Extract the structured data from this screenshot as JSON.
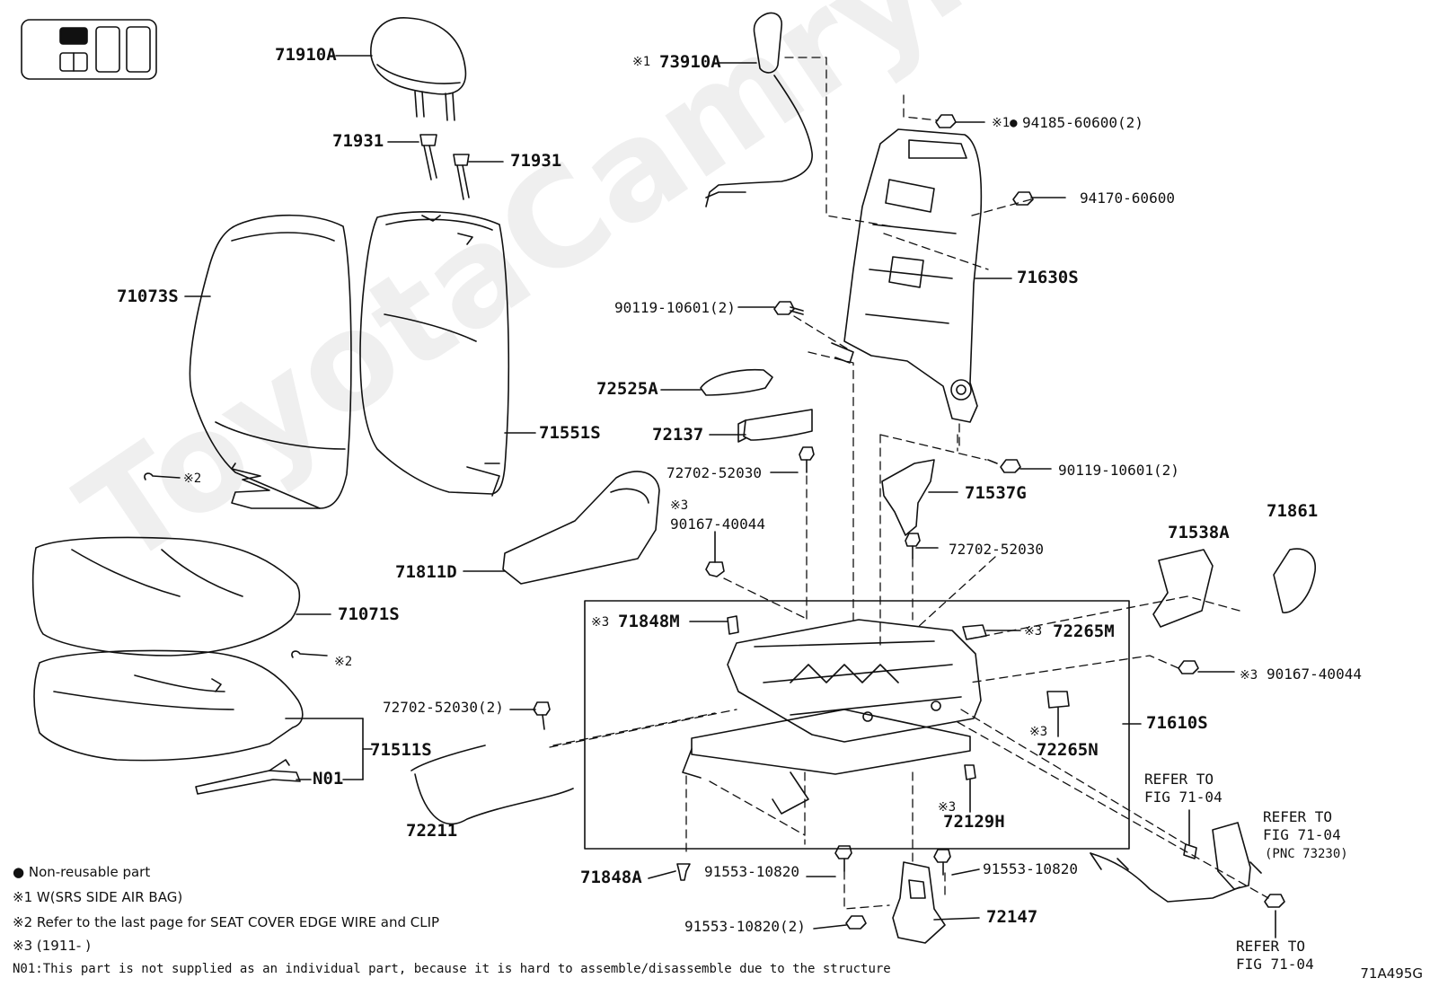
{
  "watermark": "ToyotaCamry.ru",
  "diagram_code": "71A495G",
  "labels": {
    "p71910A": "71910A",
    "p71931a": "71931",
    "p71931b": "71931",
    "p73910A": "73910A",
    "p94185": "94185-60600(2)",
    "p94170": "94170-60600",
    "p71073S": "71073S",
    "p71630S": "71630S",
    "p90119a": "90119-10601(2)",
    "p72525A": "72525A",
    "p71551S": "71551S",
    "p72137": "72137",
    "p72702a": "72702-52030",
    "p90119b": "90119-10601(2)",
    "p71537G": "71537G",
    "p90167a": "90167-40044",
    "p71861": "71861",
    "p71538A": "71538A",
    "p72702b": "72702-52030",
    "p71811D": "71811D",
    "p71071S": "71071S",
    "p71848M": "71848M",
    "p72265M": "72265M",
    "p90167b": "90167-40044",
    "p72702c": "72702-52030(2)",
    "p71610S": "71610S",
    "p72265N": "72265N",
    "p71511S": "71511S",
    "pN01": "N01",
    "p72211": "72211",
    "p72129H": "72129H",
    "p71848A": "71848A",
    "p91553a": "91553-10820",
    "p91553b": "91553-10820",
    "p91553c": "91553-10820(2)",
    "p72147": "72147"
  },
  "refs": {
    "r1a": "REFER TO",
    "r1b": "FIG 71-04",
    "r2a": "REFER TO",
    "r2b": "FIG 71-04",
    "r2c": "(PNC 73230)",
    "r3a": "REFER TO",
    "r3b": "FIG 71-04"
  },
  "marks": {
    "k1": "※1",
    "k1b": "※1●",
    "k2a": "※2",
    "k2b": "※2",
    "k3a": "※3",
    "k3b": "※3",
    "k3c": "※3",
    "k3d": "※3",
    "k3e": "※3",
    "k3f": "※3"
  },
  "legend": {
    "l1": "● Non-reusable part",
    "l2": "※1  W(SRS SIDE AIR BAG)",
    "l3": "※2  Refer to the last page for SEAT COVER EDGE WIRE and CLIP",
    "l4": "※3 (1911-      )",
    "l5": "N01:This part is not supplied as an individual part, because it is hard to assemble/disassemble due to the structure"
  }
}
